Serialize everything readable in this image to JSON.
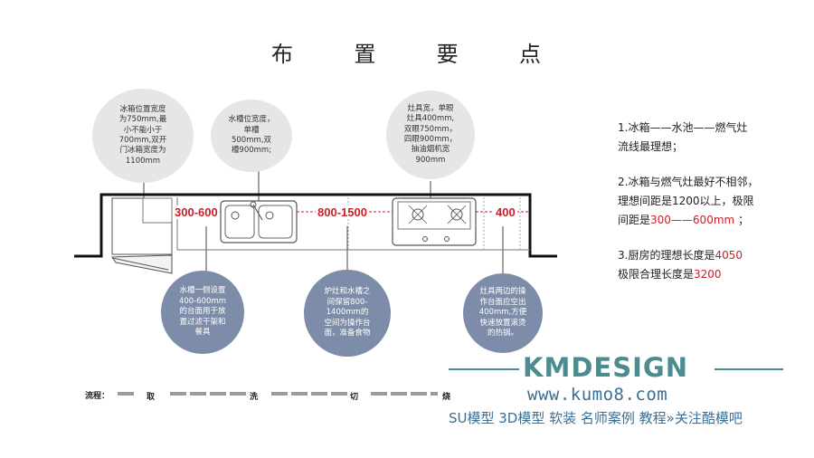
{
  "title_chars": [
    "布",
    "置",
    "要",
    "点"
  ],
  "bubbles_top": [
    "冰箱位置宽度\n为750mm,最\n小不能小于\n700mm,双开\n门冰箱宽度为\n1100mm",
    "水槽位宽度，\n单槽\n500mm,双\n槽900mm;",
    "灶具宽，单眼\n灶具400mm,\n双眼750mm，\n四眼900mm，\n抽油烟机宽\n900mm"
  ],
  "bubbles_bottom": [
    "水槽一侧设置\n400-600mm\n的台面用于放\n置过滤干架和\n餐具",
    "炉灶和水槽之\n间保留800-\n1400mm的\n空间为操作台\n面，准备食物",
    "灶具两边的操\n作台面应空出\n400mm,方便\n快速放置滚烫\n的热锅。"
  ],
  "dimensions": [
    "300-600",
    "800-1500",
    "400"
  ],
  "notes": {
    "n1_line1": "1.冰箱——水池——燃气灶",
    "n1_line2": "流线最理想；",
    "n2_line1": "2.冰箱与燃气灶最好不相邻，",
    "n2_line2": "理想间距是1200以上，极限",
    "n2_line3a": "间距是",
    "n2_red": "300——600mm",
    "n2_line3b": " ；",
    "n3_line1a": "3.厨房的理想长度是",
    "n3_red1": "4050",
    "n3_line2a": "极限合理长度是",
    "n3_red2": "3200"
  },
  "flow": {
    "label": "流程：",
    "steps": [
      "取",
      "洗",
      "切",
      "烧"
    ]
  },
  "brand": {
    "name": "KMDESIGN",
    "url": "www.kumo8.com",
    "tagline": "SU模型 3D模型 软装 名师案例 教程»关注酷模吧"
  },
  "colors": {
    "accent_red": "#c8202a",
    "bubble_gray": "#e6e6e6",
    "bubble_blue": "#7d8ca8",
    "brand_teal": "#4a8c8f",
    "brand_blue": "#3a6f93"
  }
}
